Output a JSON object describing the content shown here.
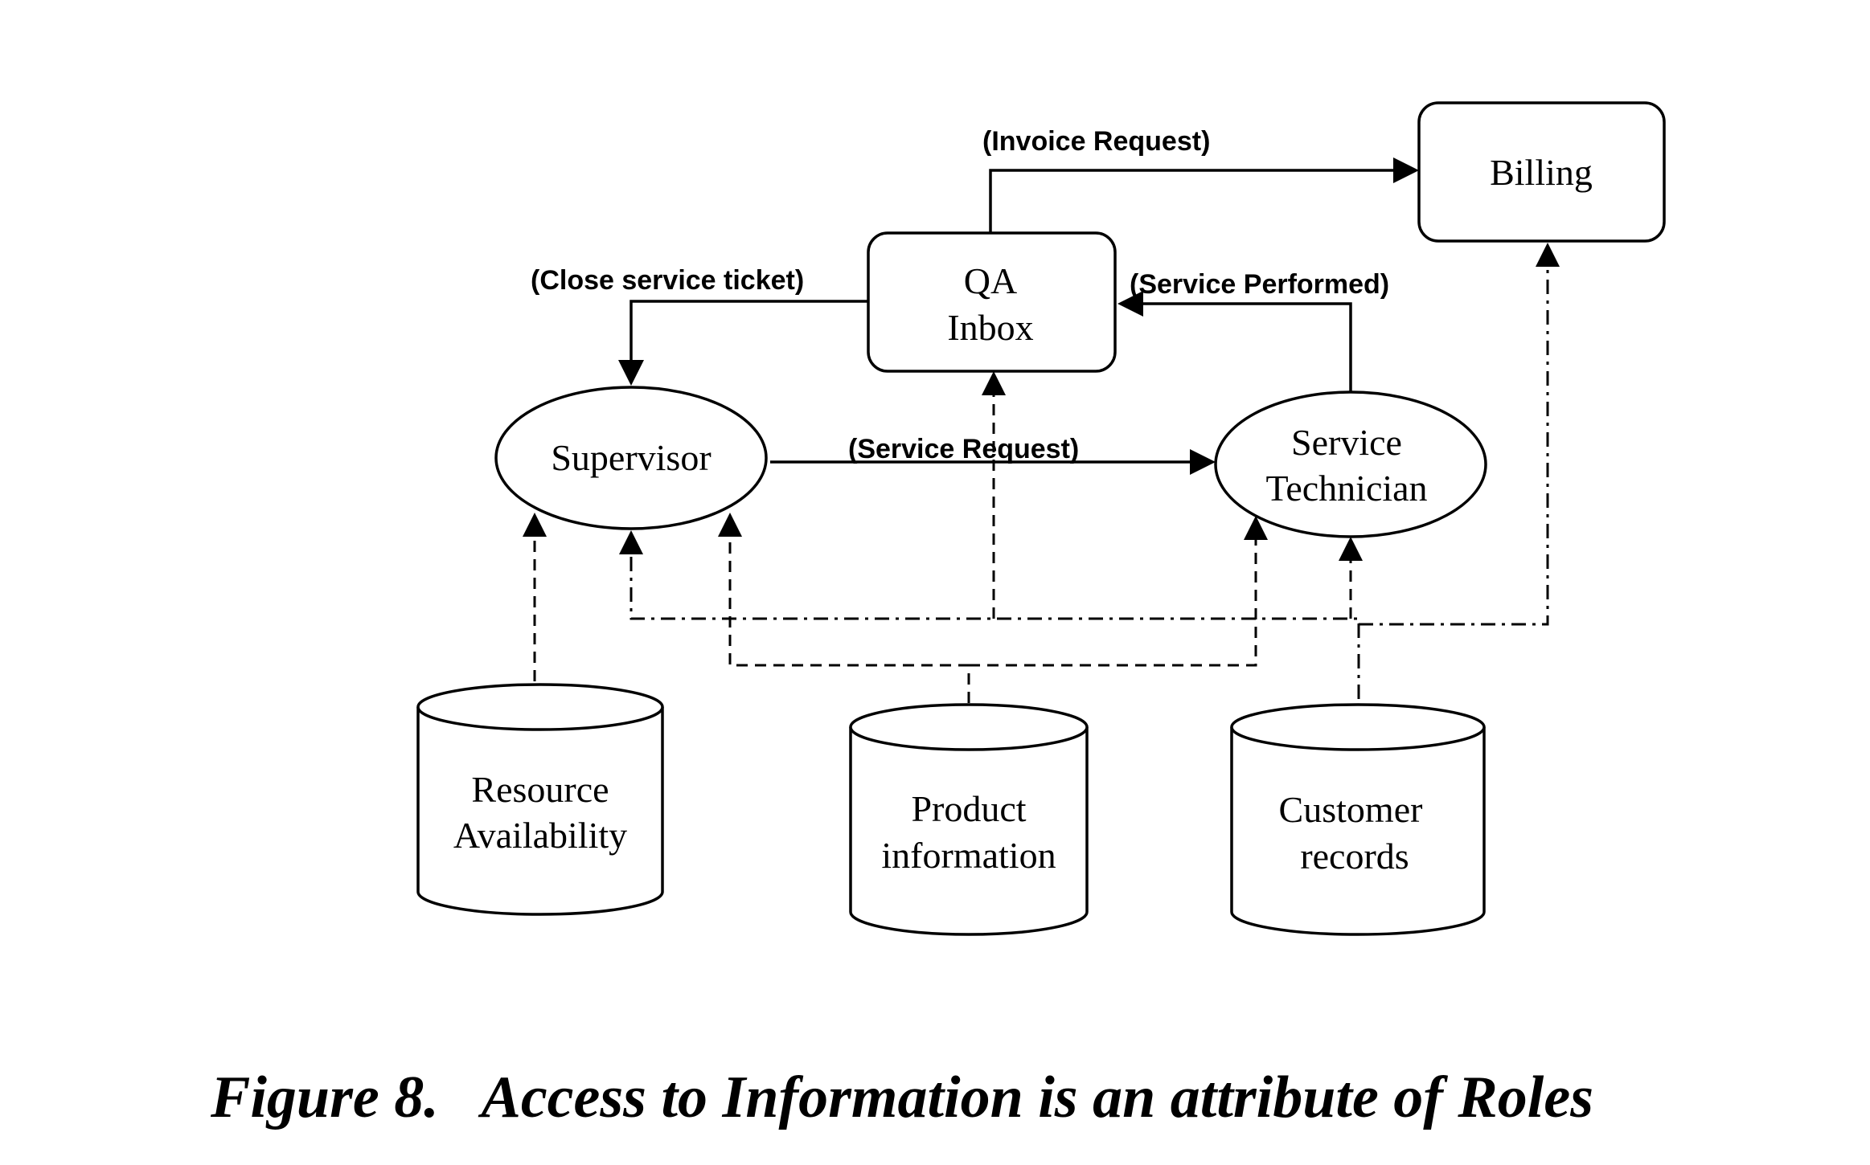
{
  "nodes": {
    "billing": {
      "label": "Billing"
    },
    "qa_inbox": {
      "line1": "QA",
      "line2": "Inbox"
    },
    "supervisor": {
      "label": "Supervisor"
    },
    "service_technician": {
      "line1": "Service",
      "line2": "Technician"
    },
    "resource_availability": {
      "line1": "Resource",
      "line2": "Availability"
    },
    "product_information": {
      "line1": "Product",
      "line2": "information"
    },
    "customer_records": {
      "line1": "Customer",
      "line2": "records"
    }
  },
  "edges": {
    "invoice_request": "(Invoice  Request)",
    "close_service_ticket": "(Close service ticket)",
    "service_performed": "(Service Performed)",
    "service_request": "(Service  Request)"
  },
  "caption": "Figure 8.   Access to Information is an attribute of Roles"
}
